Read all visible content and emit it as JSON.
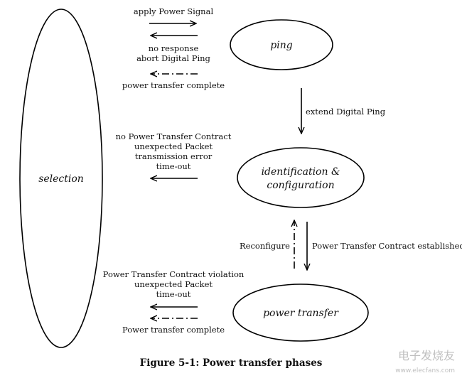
{
  "states": {
    "selection": "selection",
    "ping": "ping",
    "identification_line1": "identification &",
    "identification_line2": "configuration",
    "power_transfer": "power transfer"
  },
  "transitions": {
    "apply_power_signal": "apply Power Signal",
    "no_response": "no response",
    "abort_digital_ping": "abort Digital Ping",
    "power_transfer_complete_ping": "power transfer complete",
    "extend_digital_ping": "extend Digital Ping",
    "no_contract": "no Power Transfer Contract",
    "unexpected_packet_id": "unexpected Packet",
    "transmission_error": "transmission error",
    "timeout_id": "time-out",
    "reconfigure": "Reconfigure",
    "contract_established": "Power Transfer Contract established",
    "contract_violation": "Power Transfer Contract violation",
    "unexpected_packet_pt": "unexpected Packet",
    "timeout_pt": "time-out",
    "power_transfer_complete_pt": "Power transfer complete"
  },
  "caption": "Figure 5-1: Power transfer phases",
  "watermark": {
    "text": "电子发烧友",
    "url": "www.elecfans.com"
  }
}
